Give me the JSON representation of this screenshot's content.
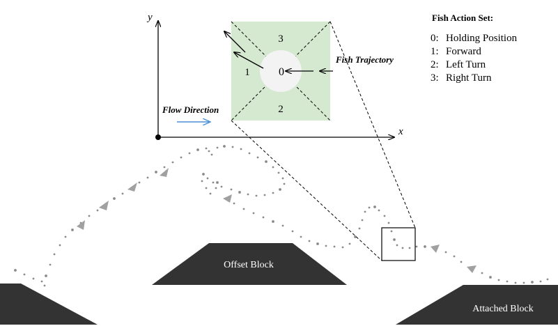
{
  "axes": {
    "x_label": "x",
    "y_label": "y"
  },
  "zoom_box": {
    "regions": {
      "center": "0",
      "top": "3",
      "left": "1",
      "bottom": "2"
    }
  },
  "labels": {
    "flow_direction": "Flow Direction",
    "fish_trajectory": "Fish Trajectory",
    "offset_block": "Offset Block",
    "attached_block": "Attached Block"
  },
  "legend": {
    "title": "Fish Action Set:",
    "items": [
      {
        "code": "0:",
        "name": "Holding Position"
      },
      {
        "code": "1:",
        "name": "Forward"
      },
      {
        "code": "2:",
        "name": "Left Turn"
      },
      {
        "code": "3:",
        "name": "Right Turn"
      }
    ]
  },
  "colors": {
    "zone_green": "#d5e8d0",
    "holding_circle": "#f3f3f3",
    "flow_arrow": "#4a90d9",
    "block": "#333333",
    "trajectory": "#8a8a8a"
  }
}
